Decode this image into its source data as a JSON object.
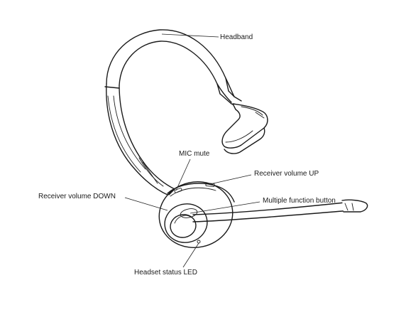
{
  "labels": {
    "headband": "Headband",
    "mic_mute": "MIC mute",
    "receiver_volume_up": "Receiver volume UP",
    "receiver_volume_down": "Receiver volume DOWN",
    "multiple_function_button": "Multiple function button",
    "headset_status_led": "Headset status LED"
  }
}
